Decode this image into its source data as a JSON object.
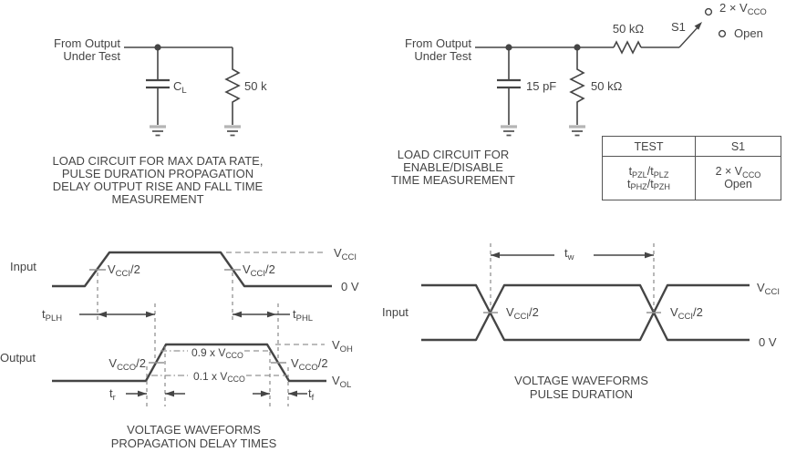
{
  "figure": {
    "load_circuit_max": {
      "source_line1": "From Output",
      "source_line2": "Under Test",
      "cap_label": "C~L~",
      "res_label": "50 k",
      "caption_lines": [
        "LOAD CIRCUIT FOR MAX DATA RATE,",
        "PULSE DURATION PROPAGATION",
        "DELAY OUTPUT RISE AND FALL TIME",
        "MEASUREMENT"
      ]
    },
    "load_circuit_enable": {
      "source_line1": "From Output",
      "source_line2": "Under Test",
      "cap_label": "15 pF",
      "shunt_res_label": "50 kΩ",
      "series_res_label": "50 kΩ",
      "switch_label": "S1",
      "position_vcco": "2 × V~CCO~",
      "position_open": "Open",
      "caption_lines": [
        "LOAD CIRCUIT FOR",
        "ENABLE/DISABLE",
        "TIME MEASUREMENT"
      ]
    },
    "s1_table": {
      "headers": [
        "TEST",
        "S1"
      ],
      "rows": [
        {
          "test": "t~PZL~/t~PLZ~",
          "s1": "2 × V~CCO~"
        },
        {
          "test": "t~PHZ~/t~PZH~",
          "s1": "Open"
        }
      ]
    },
    "prop_delay": {
      "input_label": "Input",
      "output_label": "Output",
      "in_rise_threshold": "V~CCI~/2",
      "in_fall_threshold": "V~CCI~/2",
      "vcci_ref": "V~CCI~",
      "zero_ref": "0 V",
      "tplh_label": "t~PLH~",
      "tphl_label": "t~PHL~",
      "out_rise_threshold": "V~CCO~/2",
      "out_fall_threshold": "V~CCO~/2",
      "ref_090": "0.9 x V~CCO~",
      "ref_010": "0.1 x V~CCO~",
      "voh_ref": "V~OH~",
      "vol_ref": "V~OL~",
      "tr_label": "t~r~",
      "tf_label": "t~f~",
      "caption_lines": [
        "VOLTAGE WAVEFORMS",
        "PROPAGATION DELAY TIMES"
      ]
    },
    "pulse_duration": {
      "input_label": "Input",
      "tw_label": "t~w~",
      "cross1_threshold": "V~CCI~/2",
      "cross2_threshold": "V~CCI~/2",
      "vcci_ref": "V~CCI~",
      "zero_ref": "0 V",
      "caption_lines": [
        "VOLTAGE WAVEFORMS",
        "PULSE DURATION"
      ]
    }
  }
}
